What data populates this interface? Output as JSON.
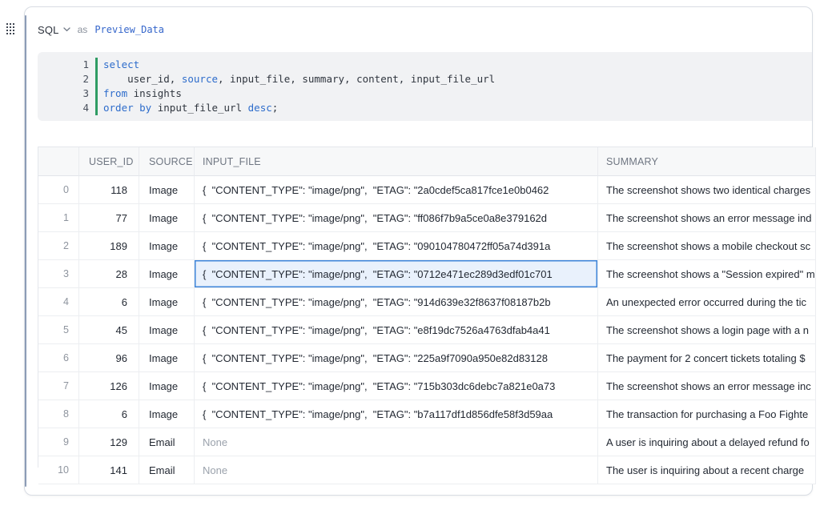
{
  "cell": {
    "type_label": "SQL",
    "as_label": "as",
    "name": "Preview_Data"
  },
  "editor": {
    "lines": [
      {
        "num": "1",
        "tokens": [
          {
            "t": "kw",
            "v": "select"
          }
        ]
      },
      {
        "num": "2",
        "tokens": [
          {
            "t": "p",
            "v": "    user_id, "
          },
          {
            "t": "kw",
            "v": "source"
          },
          {
            "t": "p",
            "v": ", input_file, summary, content, input_file_url"
          }
        ]
      },
      {
        "num": "3",
        "tokens": [
          {
            "t": "kw",
            "v": "from"
          },
          {
            "t": "p",
            "v": " insights"
          }
        ]
      },
      {
        "num": "4",
        "tokens": [
          {
            "t": "kw",
            "v": "order by"
          },
          {
            "t": "p",
            "v": " input_file_url "
          },
          {
            "t": "kw",
            "v": "desc"
          },
          {
            "t": "p",
            "v": ";"
          }
        ]
      }
    ]
  },
  "table": {
    "columns": [
      "",
      "USER_ID",
      "SOURCE",
      "INPUT_FILE",
      "SUMMARY"
    ],
    "rows": [
      {
        "index": "0",
        "user_id": "118",
        "source": "Image",
        "input_file": "{  \"CONTENT_TYPE\": \"image/png\",  \"ETAG\": \"2a0cdef5ca817fce1e0b0462",
        "summary": "The screenshot shows two identical charges",
        "selected": false,
        "input_none": false
      },
      {
        "index": "1",
        "user_id": "77",
        "source": "Image",
        "input_file": "{  \"CONTENT_TYPE\": \"image/png\",  \"ETAG\": \"ff086f7b9a5ce0a8e379162d",
        "summary": "The screenshot shows an error message ind",
        "selected": false,
        "input_none": false
      },
      {
        "index": "2",
        "user_id": "189",
        "source": "Image",
        "input_file": "{  \"CONTENT_TYPE\": \"image/png\",  \"ETAG\": \"090104780472ff05a74d391a",
        "summary": "The screenshot shows a mobile checkout sc",
        "selected": false,
        "input_none": false
      },
      {
        "index": "3",
        "user_id": "28",
        "source": "Image",
        "input_file": "{  \"CONTENT_TYPE\": \"image/png\",  \"ETAG\": \"0712e471ec289d3edf01c701",
        "summary": "The screenshot shows a \"Session expired\" m",
        "selected": true,
        "input_none": false
      },
      {
        "index": "4",
        "user_id": "6",
        "source": "Image",
        "input_file": "{  \"CONTENT_TYPE\": \"image/png\",  \"ETAG\": \"914d639e32f8637f08187b2b",
        "summary": "An unexpected error occurred during the tic",
        "selected": false,
        "input_none": false
      },
      {
        "index": "5",
        "user_id": "45",
        "source": "Image",
        "input_file": "{  \"CONTENT_TYPE\": \"image/png\",  \"ETAG\": \"e8f19dc7526a4763dfab4a41",
        "summary": "The screenshot shows a login page with a n",
        "selected": false,
        "input_none": false
      },
      {
        "index": "6",
        "user_id": "96",
        "source": "Image",
        "input_file": "{  \"CONTENT_TYPE\": \"image/png\",  \"ETAG\": \"225a9f7090a950e82d83128",
        "summary": "The payment for 2 concert tickets totaling $",
        "selected": false,
        "input_none": false
      },
      {
        "index": "7",
        "user_id": "126",
        "source": "Image",
        "input_file": "{  \"CONTENT_TYPE\": \"image/png\",  \"ETAG\": \"715b303dc6debc7a821e0a73",
        "summary": "The screenshot shows an error message inc",
        "selected": false,
        "input_none": false
      },
      {
        "index": "8",
        "user_id": "6",
        "source": "Image",
        "input_file": "{  \"CONTENT_TYPE\": \"image/png\",  \"ETAG\": \"b7a117df1d856dfe58f3d59aa",
        "summary": "The transaction for purchasing a Foo Fighte",
        "selected": false,
        "input_none": false
      },
      {
        "index": "9",
        "user_id": "129",
        "source": "Email",
        "input_file": "None",
        "summary": "A user is inquiring about a delayed refund fo",
        "selected": false,
        "input_none": true
      },
      {
        "index": "10",
        "user_id": "141",
        "source": "Email",
        "input_file": "None",
        "summary": "The user is inquiring about a recent charge",
        "selected": false,
        "input_none": true,
        "partial": true
      }
    ]
  },
  "colors": {
    "keyword_blue": "#2d6ccb",
    "cell_name_blue": "#3566cb",
    "gutter_green": "#2f9c63",
    "selection_border_blue": "#3f86da",
    "selection_bg": "#e9f1fc",
    "card_accent": "#8c9cb6"
  }
}
